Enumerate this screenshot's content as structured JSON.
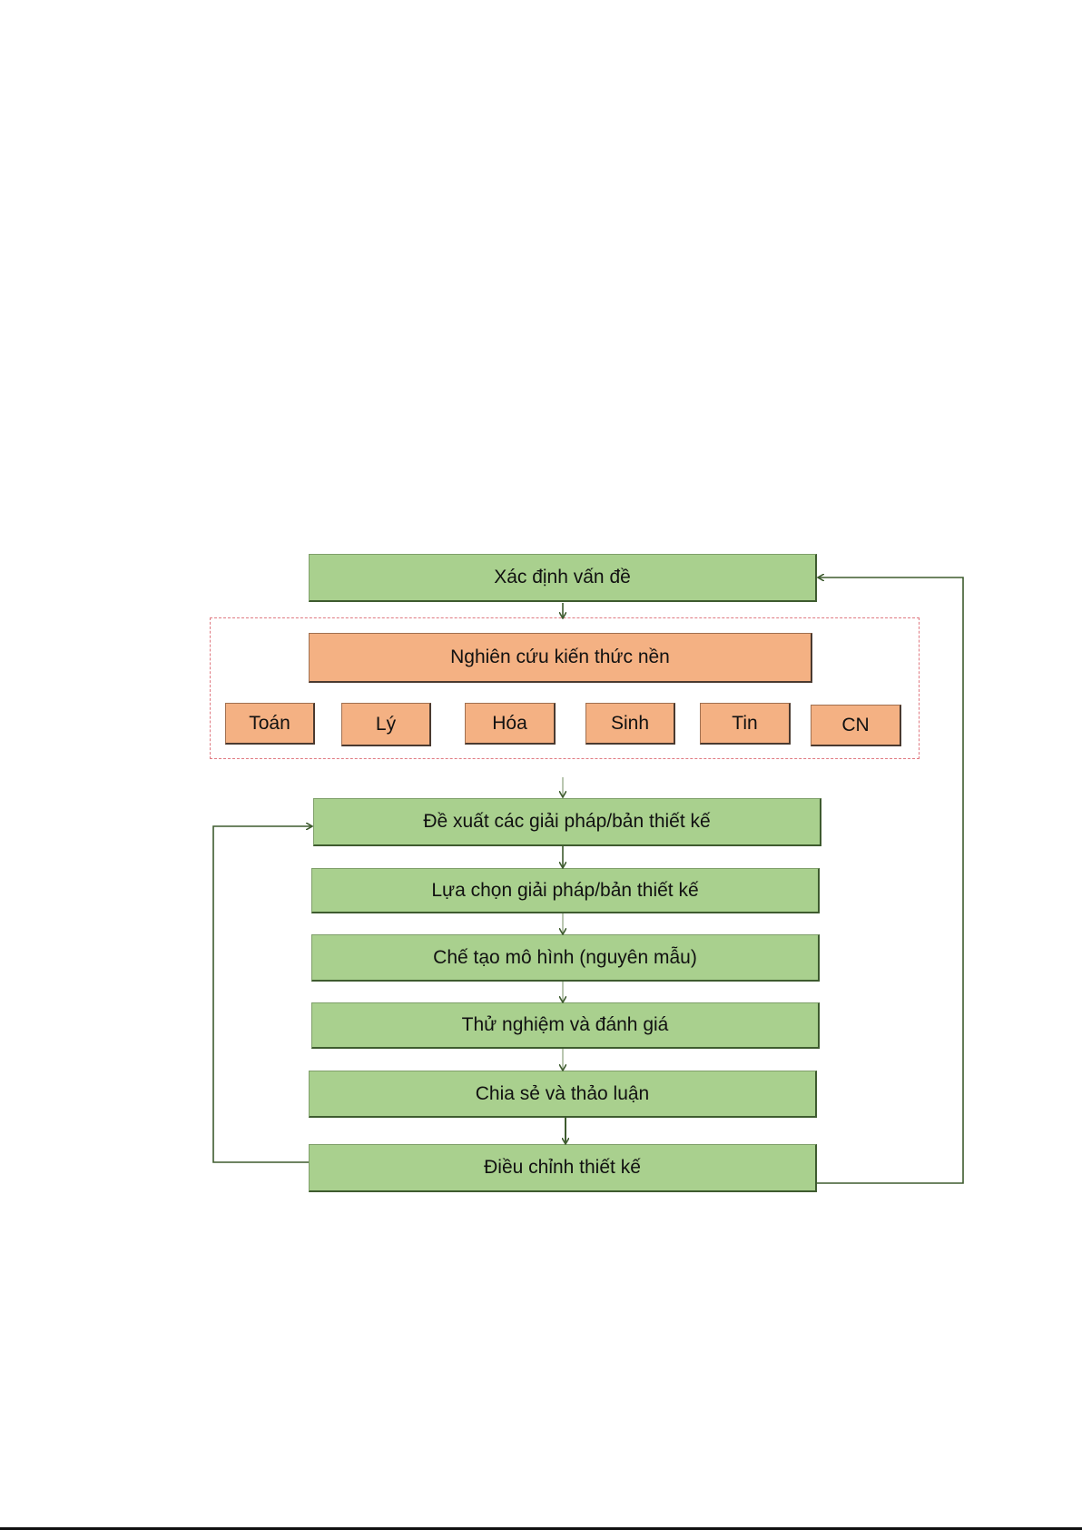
{
  "diagram": {
    "steps": {
      "define_problem": "Xác định vấn đề",
      "propose": "Đề xuất các giải pháp/bản thiết kế",
      "select": "Lựa chọn giải pháp/bản thiết kế",
      "build": "Chế tạo mô hình (nguyên mẫu)",
      "test": "Thử nghiệm và đánh giá",
      "share": "Chia sẻ và thảo luận",
      "adjust": "Điều chỉnh thiết kế"
    },
    "research": {
      "title": "Nghiên cứu kiến thức nền",
      "subjects": [
        "Toán",
        "Lý",
        "Hóa",
        "Sinh",
        "Tin",
        "CN"
      ]
    }
  },
  "colors": {
    "process_fill": "#a9d08e",
    "research_fill": "#f4b183",
    "arrow": "#3e5b2f",
    "dashed_border": "#e07a82"
  }
}
